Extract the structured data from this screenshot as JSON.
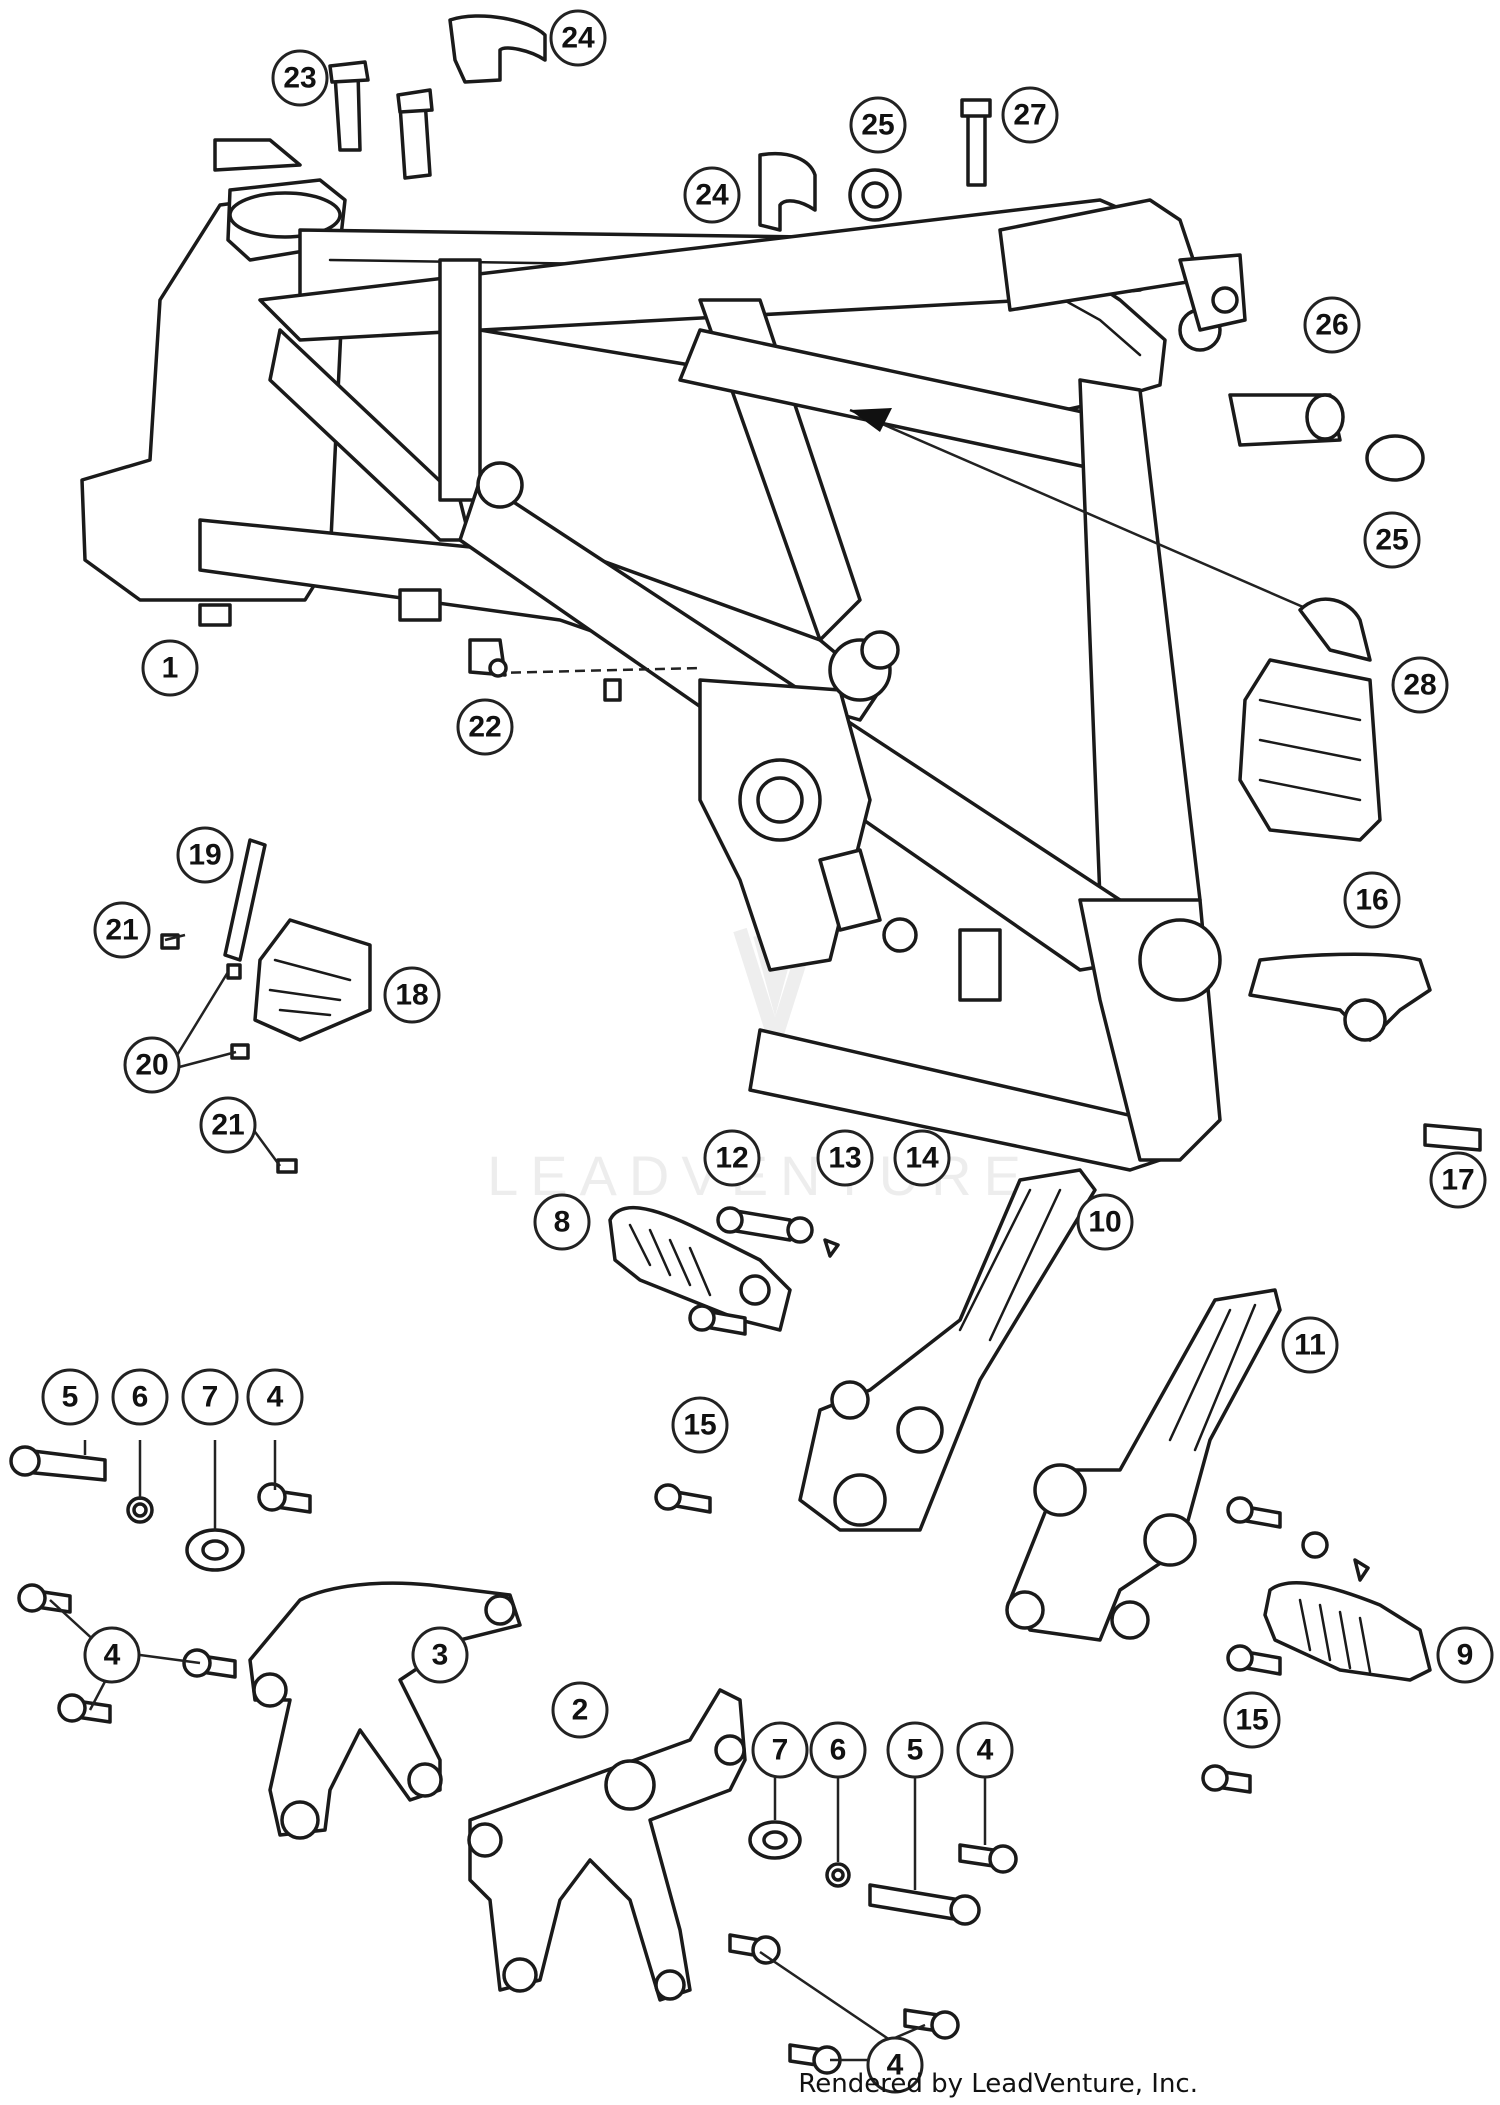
{
  "watermark": {
    "text": "LEADVENTURE"
  },
  "footer": {
    "credit": "Rendered by LeadVenture, Inc."
  },
  "callouts": [
    {
      "label": "1"
    },
    {
      "label": "2"
    },
    {
      "label": "3"
    },
    {
      "label": "4"
    },
    {
      "label": "4"
    },
    {
      "label": "4"
    },
    {
      "label": "4"
    },
    {
      "label": "5"
    },
    {
      "label": "5"
    },
    {
      "label": "6"
    },
    {
      "label": "6"
    },
    {
      "label": "7"
    },
    {
      "label": "7"
    },
    {
      "label": "8"
    },
    {
      "label": "9"
    },
    {
      "label": "10"
    },
    {
      "label": "11"
    },
    {
      "label": "12"
    },
    {
      "label": "13"
    },
    {
      "label": "14"
    },
    {
      "label": "15"
    },
    {
      "label": "15"
    },
    {
      "label": "16"
    },
    {
      "label": "17"
    },
    {
      "label": "18"
    },
    {
      "label": "19"
    },
    {
      "label": "20"
    },
    {
      "label": "21"
    },
    {
      "label": "21"
    },
    {
      "label": "22"
    },
    {
      "label": "23"
    },
    {
      "label": "24"
    },
    {
      "label": "24"
    },
    {
      "label": "25"
    },
    {
      "label": "25"
    },
    {
      "label": "26"
    },
    {
      "label": "27"
    },
    {
      "label": "28"
    }
  ]
}
